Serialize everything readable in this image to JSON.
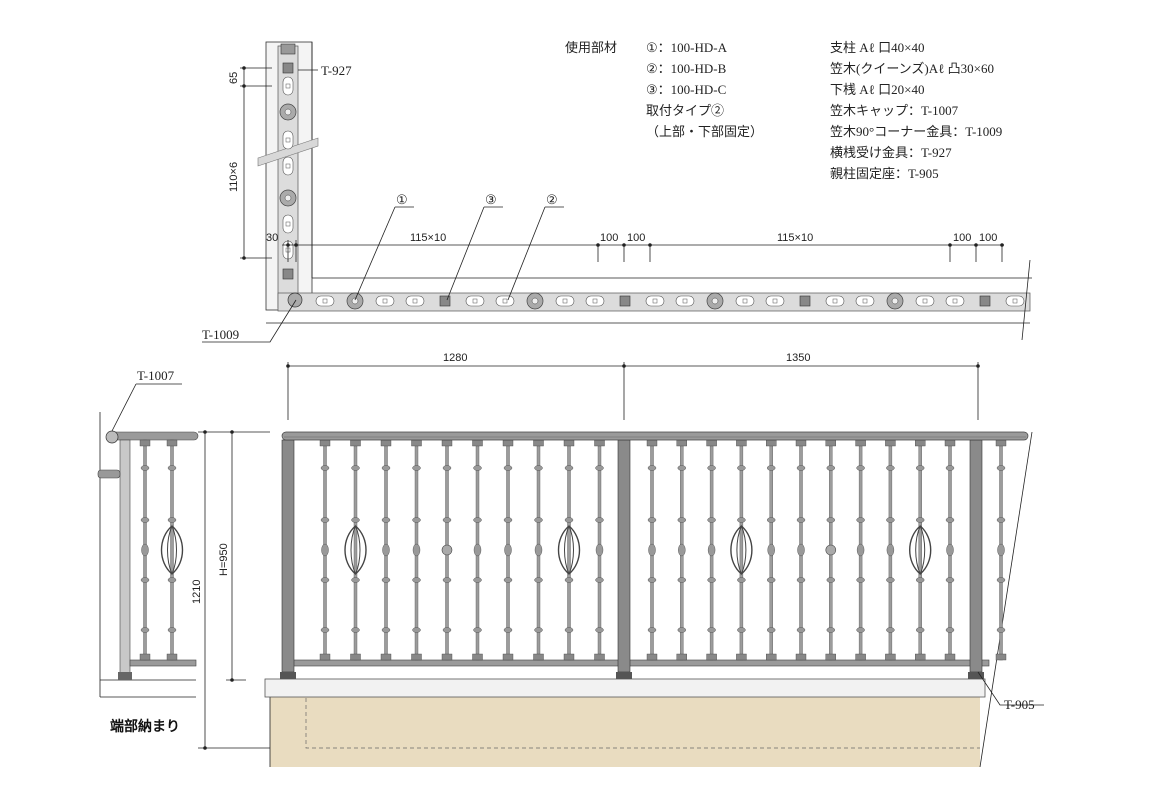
{
  "parts": {
    "heading": "使用部材",
    "items": [
      "①：100-HD-A",
      "②：100-HD-B",
      "③：100-HD-C",
      "取付タイプ②",
      "（上部・下部固定）"
    ]
  },
  "specs": [
    "支柱 Aℓ 口40×40",
    "笠木(クイーンズ)Aℓ 凸30×60",
    "下桟 Aℓ 口20×40",
    "笠木キャップ：T-1007",
    "笠木90°コーナー金具：T-1009",
    "横桟受け金具：T-927",
    "親柱固定座：T-905"
  ],
  "callouts": {
    "t927": "T-927",
    "t1009": "T-1009",
    "t1007": "T-1007",
    "t905": "T-905",
    "m1": "①",
    "m2": "②",
    "m3": "③"
  },
  "dims": {
    "d65": "65",
    "d110x6": "110×6",
    "d30": "30",
    "d115a": "115×10",
    "d100a": "100",
    "d100b": "100",
    "d115b": "115×10",
    "d100c": "100",
    "d100d": "100",
    "d1280": "1280",
    "d1350": "1350",
    "d1210": "1210",
    "h950": "H=950"
  },
  "end_label": "端部納まり",
  "colors": {
    "post": "#8a8a8a",
    "rail": "#9a9a9a",
    "baluster": "#9c9c9c",
    "base": "#e9dcc0",
    "slab": "#f2f2f2"
  }
}
